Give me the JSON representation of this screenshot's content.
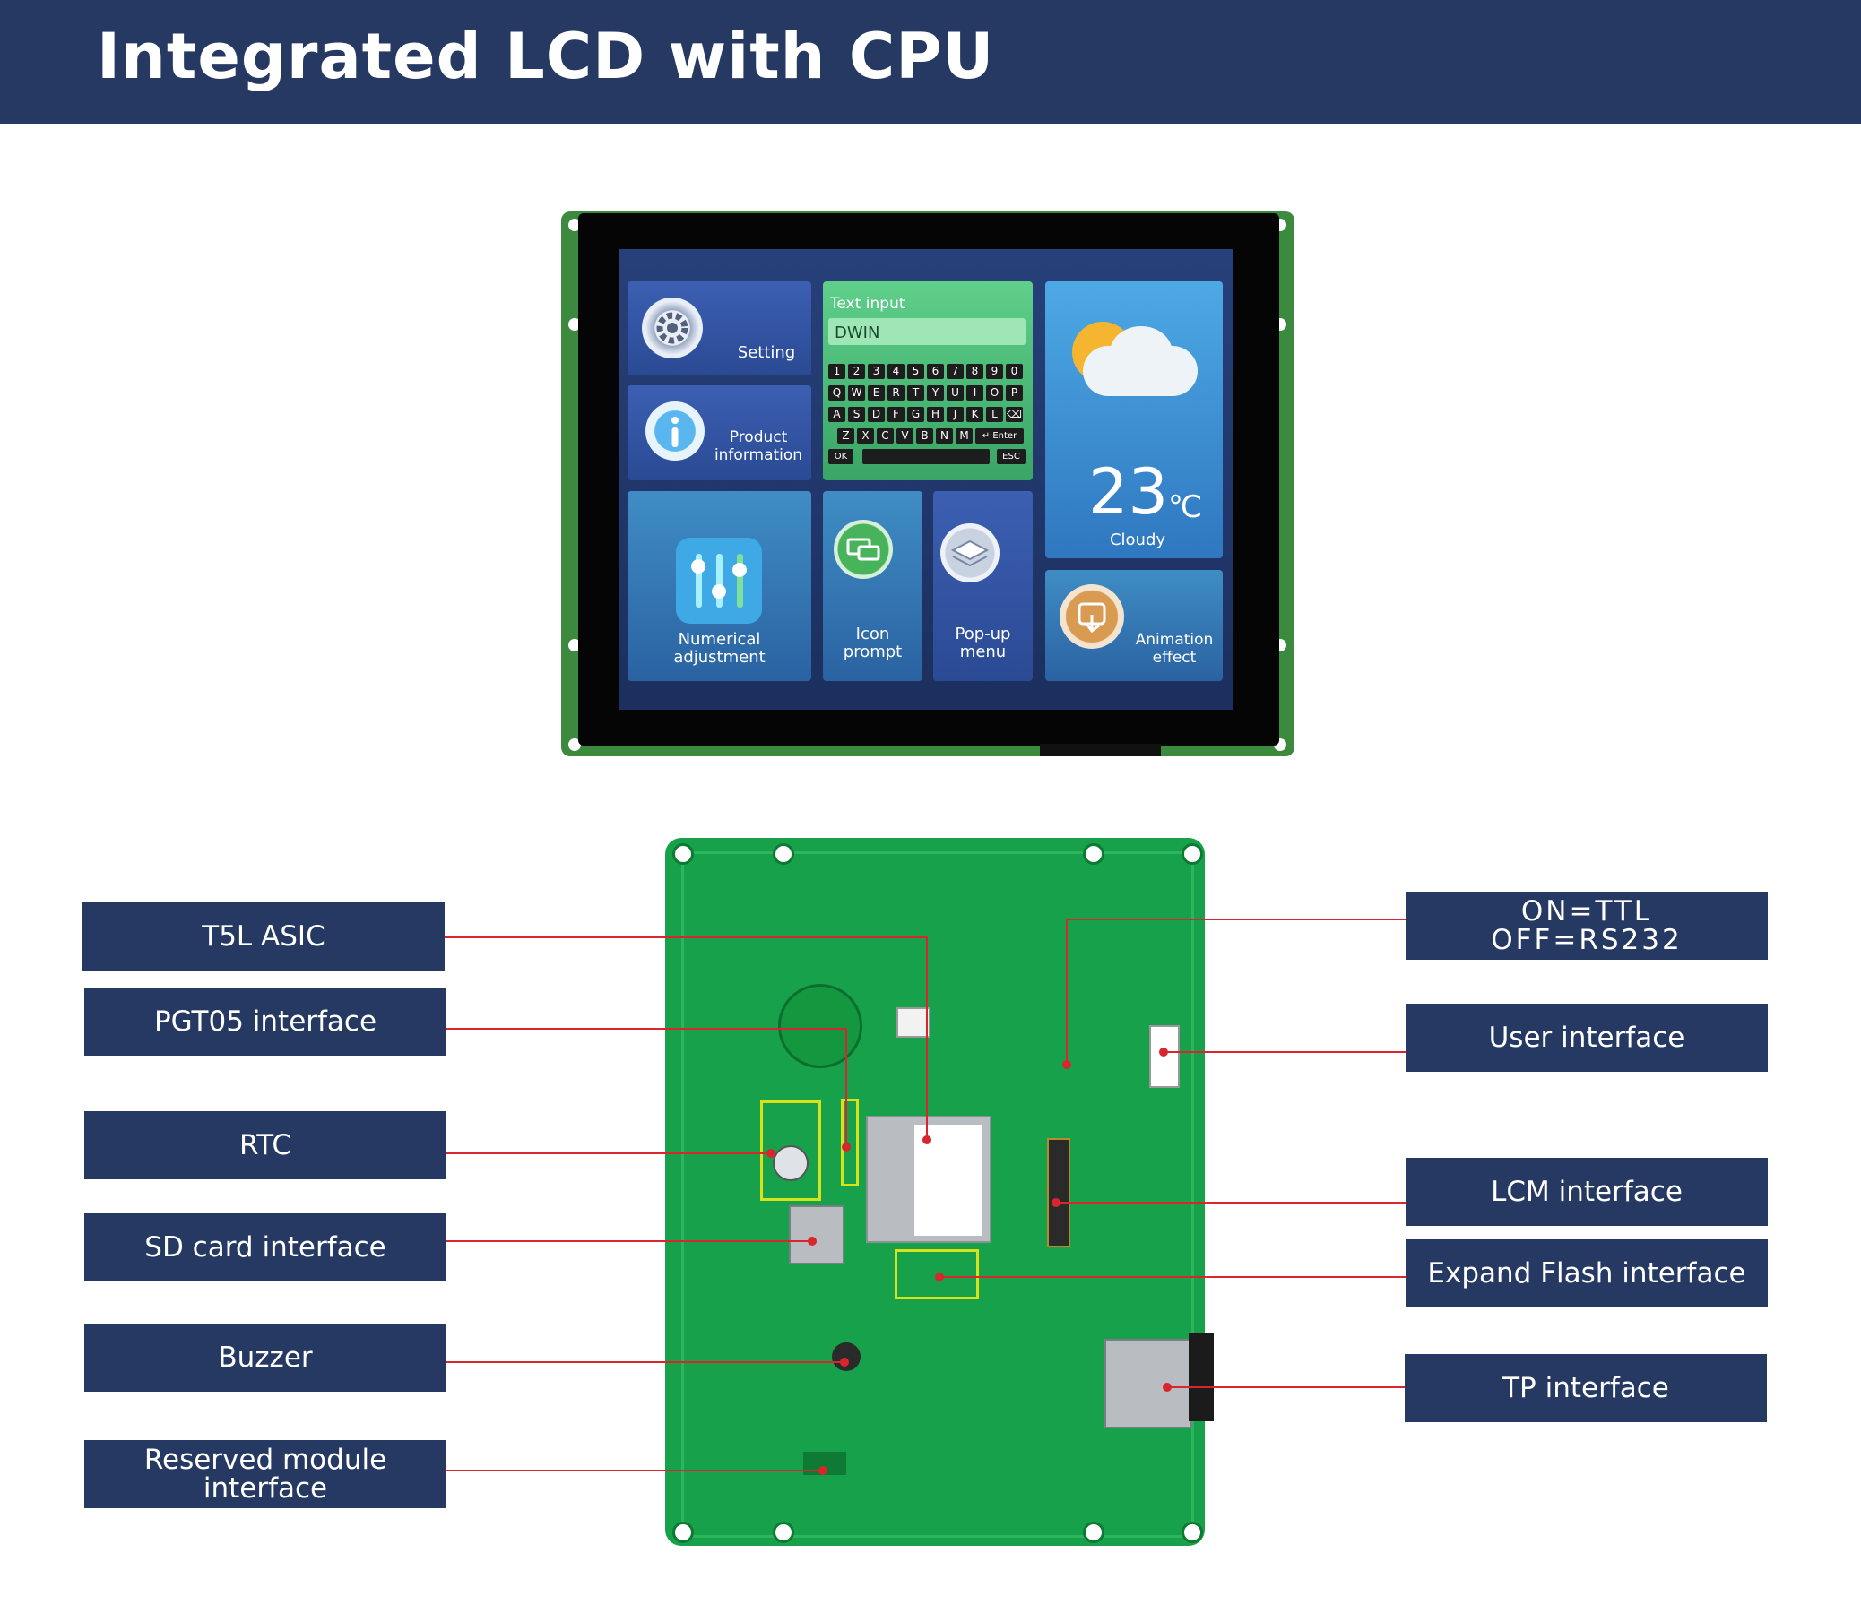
{
  "header": {
    "title": "Integrated LCD with CPU"
  },
  "screen": {
    "setting": "Setting",
    "product_information": "Product information",
    "text_input_title": "Text input",
    "text_input_value": "DWIN",
    "keyboard_rows": [
      [
        "1",
        "2",
        "3",
        "4",
        "5",
        "6",
        "7",
        "8",
        "9",
        "0"
      ],
      [
        "Q",
        "W",
        "E",
        "R",
        "T",
        "Y",
        "U",
        "I",
        "O",
        "P"
      ],
      [
        "A",
        "S",
        "D",
        "F",
        "G",
        "H",
        "J",
        "K",
        "L",
        "⌫"
      ],
      [
        "Z",
        "X",
        "C",
        "V",
        "B",
        "N",
        "M",
        "↵ Enter"
      ]
    ],
    "key_ok": "OK",
    "key_esc": "ESC",
    "temperature": "23",
    "temperature_unit": "℃",
    "weather": "Cloudy",
    "numerical_adjustment": "Numerical adjustment",
    "icon_prompt": "Icon prompt",
    "popup_menu": "Pop-up menu",
    "animation_effect": "Animation effect"
  },
  "left_callouts": [
    {
      "label": "T5L ASIC"
    },
    {
      "label": "PGT05 interface"
    },
    {
      "label": "RTC"
    },
    {
      "label": "SD card interface"
    },
    {
      "label": "Buzzer"
    },
    {
      "label": "Reserved module interface"
    }
  ],
  "right_callouts": [
    {
      "label": "ON=TTL\nOFF=RS232",
      "line1": "ON=TTL",
      "line2": "OFF=RS232"
    },
    {
      "label": "User interface"
    },
    {
      "label": "LCM interface"
    },
    {
      "label": "Expand Flash interface"
    },
    {
      "label": "TP interface"
    }
  ],
  "colors": {
    "header": "#263963",
    "callout": "#263963",
    "leader_line": "#d9262c",
    "pcb": "#16a14a",
    "lcd_frame": "#3b8a3e"
  }
}
